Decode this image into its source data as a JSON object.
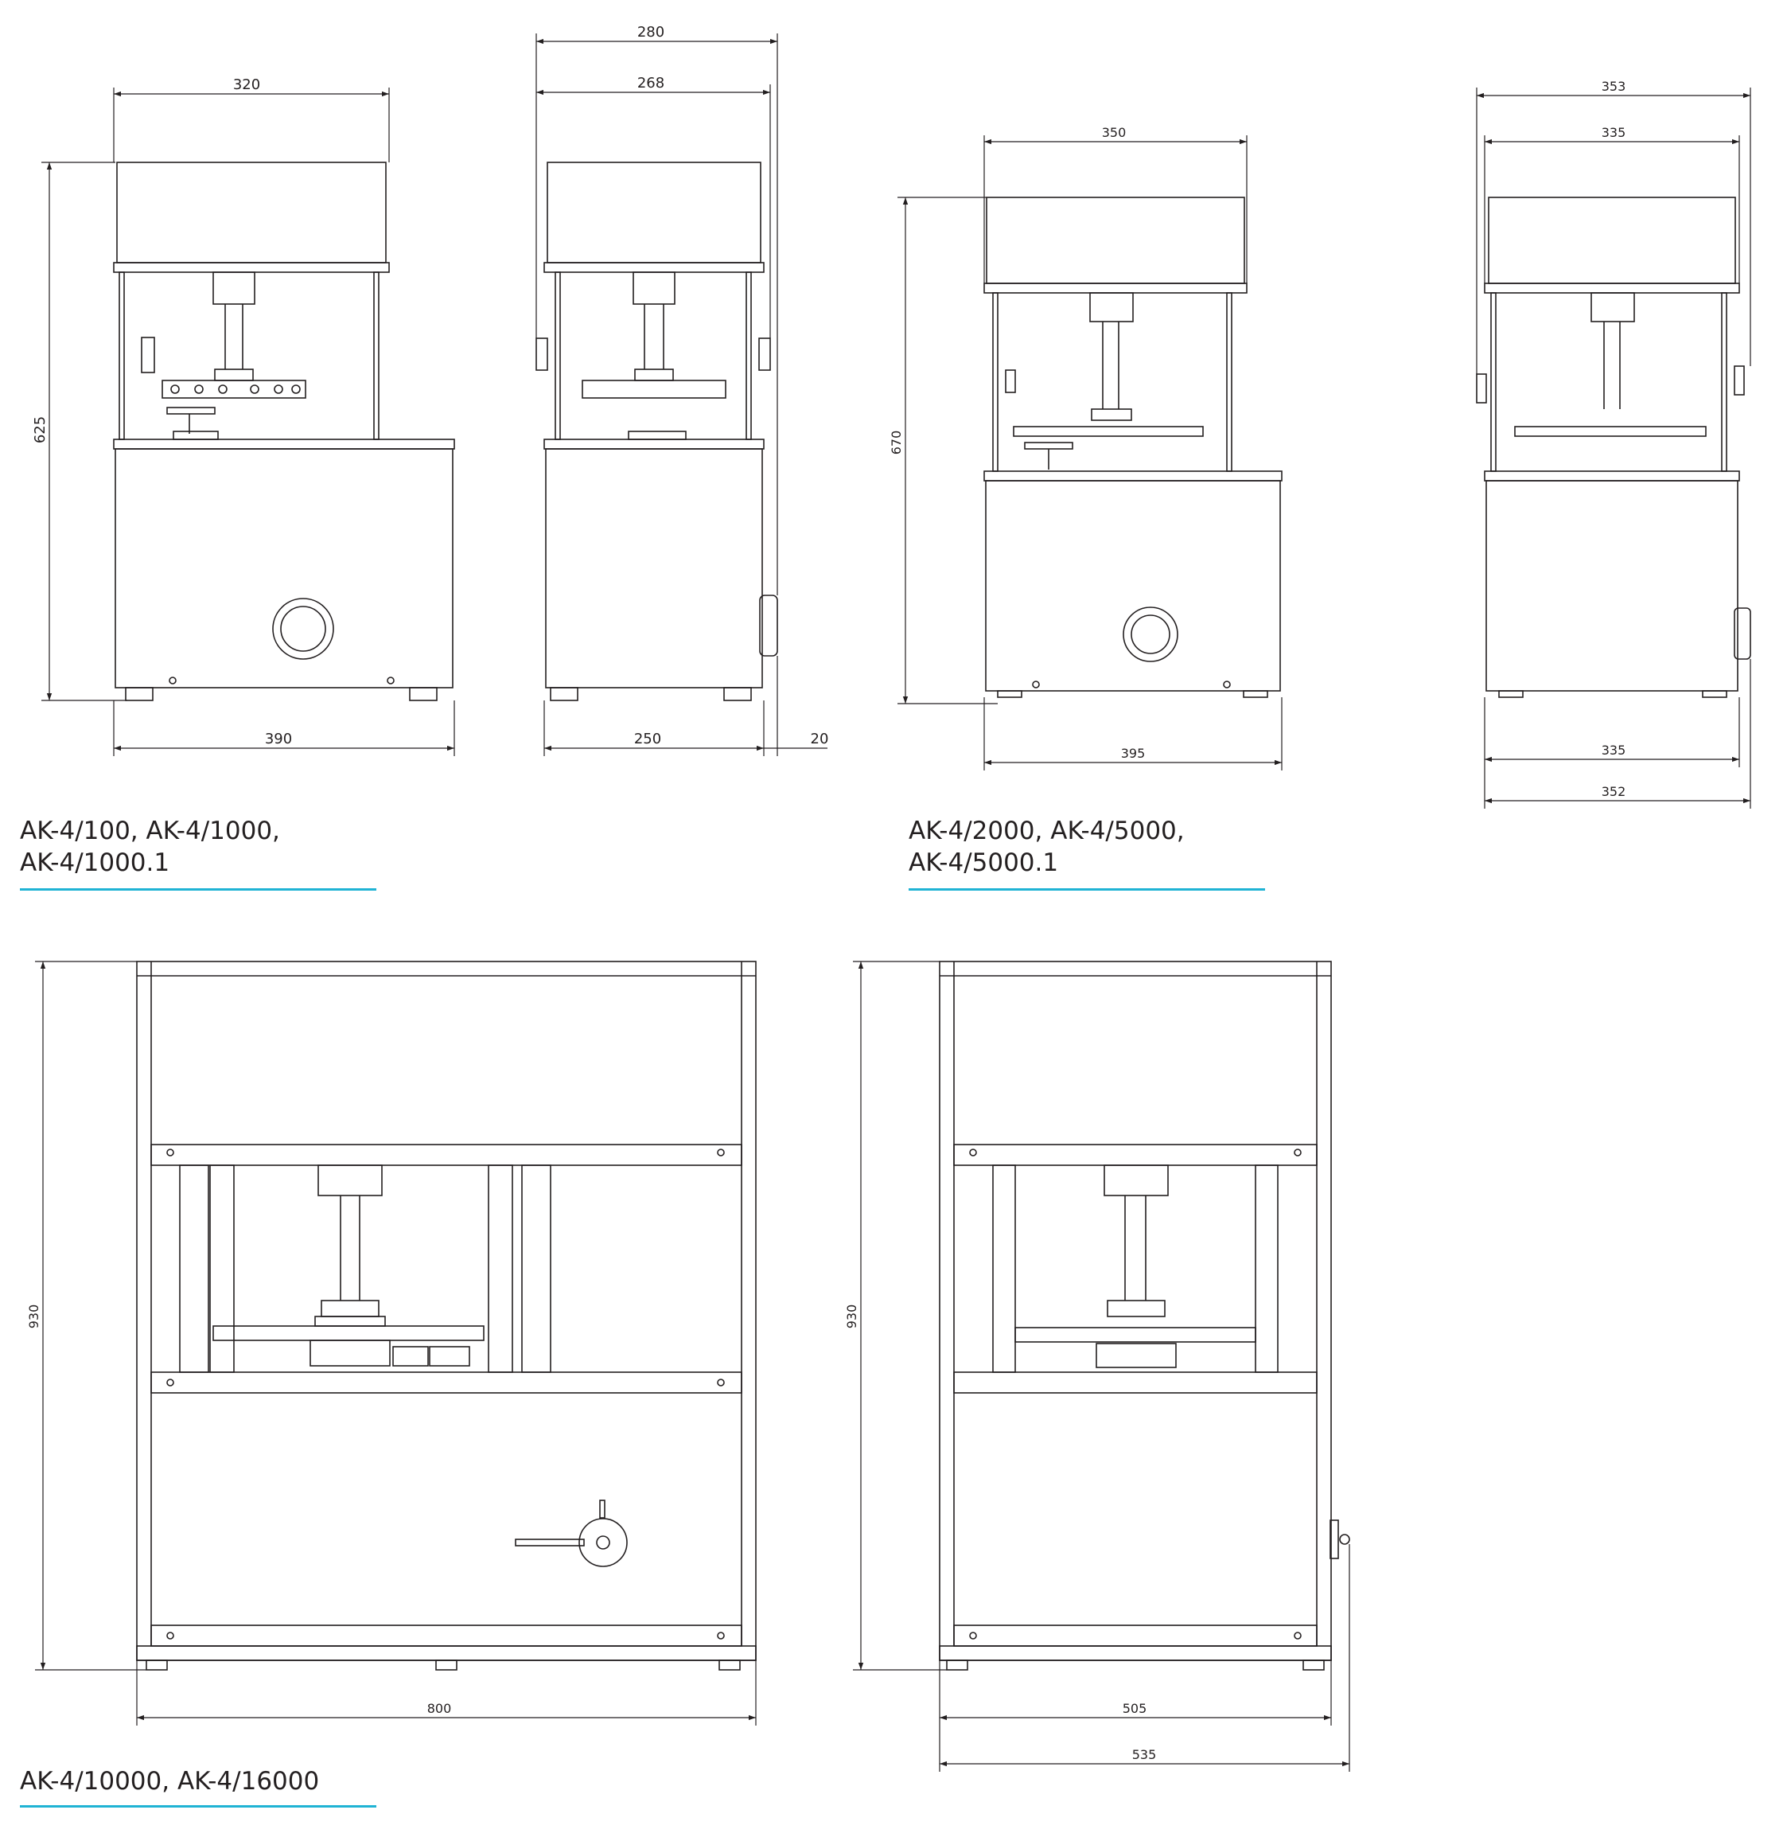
{
  "colors": {
    "line": "#231f20",
    "accent": "#1fb3d4",
    "background": "#ffffff"
  },
  "groups": [
    {
      "title_line1": "AK-4/100, AK-4/1000,",
      "title_line2": "AK-4/1000.1"
    },
    {
      "title_line1": "AK-4/2000, AK-4/5000,",
      "title_line2": "AK-4/5000.1"
    },
    {
      "title_line1": "AK-4/10000, AK-4/16000",
      "title_line2": ""
    }
  ],
  "dimensions": {
    "small_front": {
      "width_top": "320",
      "height": "625",
      "width_base": "390"
    },
    "small_side": {
      "depth_overall": "280",
      "depth_top": "268",
      "depth_base": "250",
      "handle": "20"
    },
    "medium_front": {
      "width_top": "350",
      "height": "670",
      "width_base": "395"
    },
    "medium_side": {
      "depth_overall": "353",
      "depth_top": "335",
      "depth_base": "335",
      "depth_base_overall": "352"
    },
    "large_front": {
      "height": "930",
      "width": "800"
    },
    "large_side": {
      "height": "930",
      "depth": "505",
      "depth_overall": "535"
    }
  }
}
